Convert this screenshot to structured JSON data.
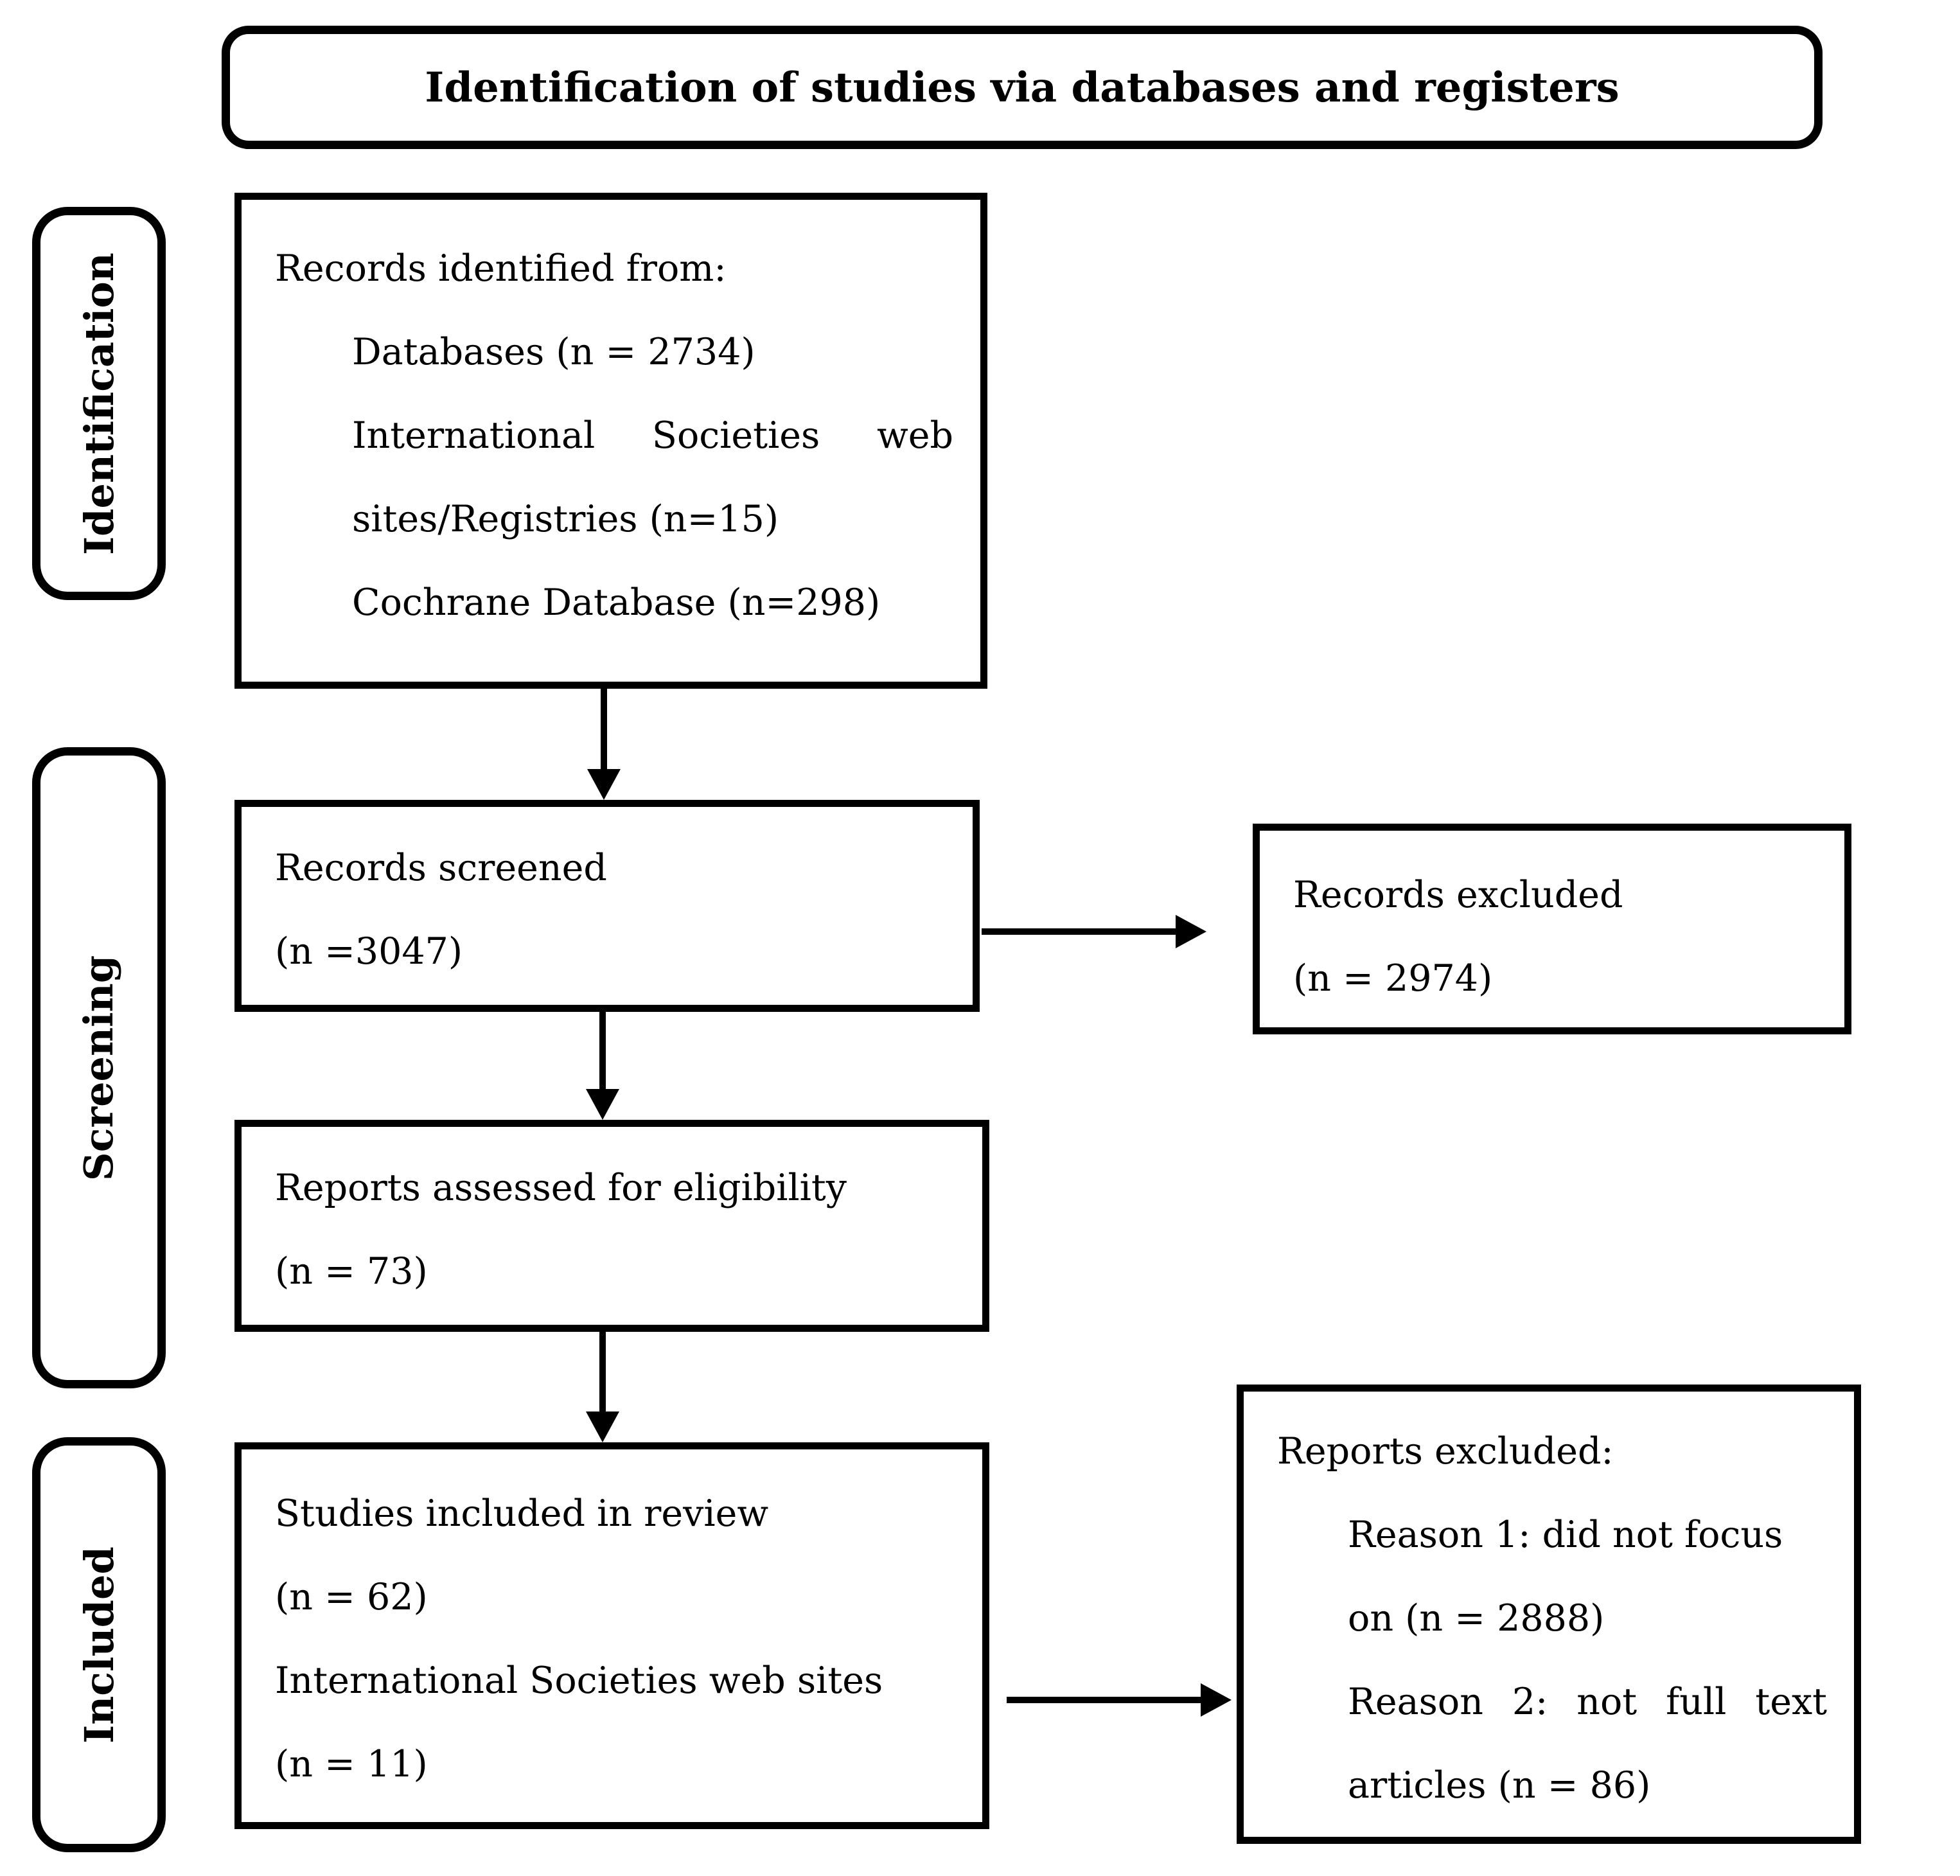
{
  "title": "Identification of studies via databases and registers",
  "stages": {
    "identification": "Identification",
    "screening": "Screening",
    "included": "Included"
  },
  "boxes": {
    "identified": {
      "lines": [
        "Records identified from:",
        "Databases (n = 2734)",
        "International Societies web",
        "sites/Registries (n=15)",
        "Cochrane Database (n=298)"
      ]
    },
    "screened": {
      "lines": [
        "Records screened",
        "(n =3047)"
      ]
    },
    "records_excluded": {
      "lines": [
        "Records excluded",
        "(n = 2974)"
      ]
    },
    "assessed": {
      "lines": [
        "Reports assessed for eligibility",
        "(n = 73)"
      ]
    },
    "included_review": {
      "lines": [
        "Studies included in review",
        "(n = 62)",
        "International Societies web sites",
        "(n = 11)"
      ]
    },
    "reports_excluded": {
      "lines": [
        "Reports excluded:",
        "Reason 1: did not focus",
        "on (n = 2888)",
        "Reason 2: not full text",
        "articles (n = 86)"
      ]
    }
  },
  "colors": {
    "ink": "#000000",
    "background": "#ffffff"
  }
}
